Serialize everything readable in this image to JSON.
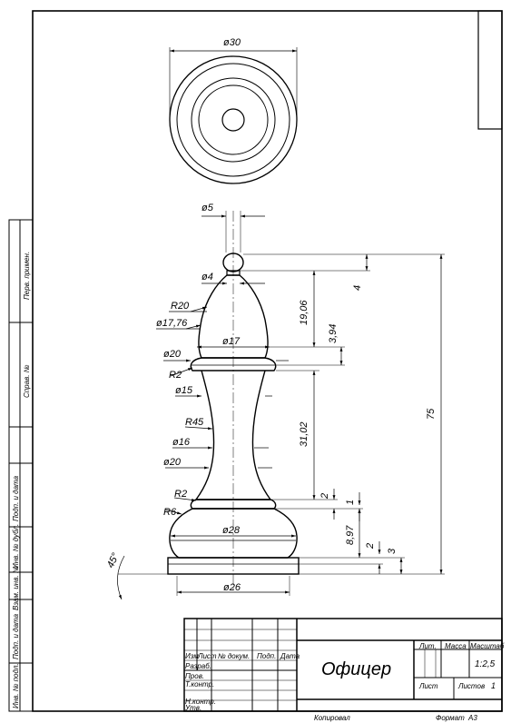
{
  "top_view": {
    "diameter_label": "ø30"
  },
  "dims": {
    "d5": "ø5",
    "d4": "ø4",
    "r20": "R20",
    "d1776": "ø17,76",
    "d17": "ø17",
    "d20_top": "ø20",
    "r2_top": "R2",
    "d15": "ø15",
    "r45": "R45",
    "d16": "ø16",
    "d20_low": "ø20",
    "r2_low": "R2",
    "r6": "R6",
    "d28": "ø28",
    "d26": "ø26",
    "angle": "45°"
  },
  "vdims": {
    "v4": "4",
    "v1906": "19,06",
    "v394": "3,94",
    "v3102": "31,02",
    "v75": "75",
    "v2a": "2",
    "v1": "1",
    "v897": "8,97",
    "v2b": "2",
    "v3": "3"
  },
  "side_stamp": {
    "perv_primen": "Перв. примен.",
    "sprav": "Справ. №",
    "podp_data_1": "Подп. и дата",
    "inv_dubl": "Инв. № дубл.",
    "vzam_inv": "Взам. инв. №",
    "podp_data_2": "Подп. и дата",
    "inv_podl": "Инв. № подл."
  },
  "title_block": {
    "izm": "Изм",
    "list": "Лист",
    "n_dokum": "№ докум.",
    "podp": "Подп.",
    "data": "Дата",
    "razrab": "Разраб.",
    "prov": "Пров.",
    "t_kontr": "Т.контр.",
    "n_kontr": "Н.контр.",
    "utv": "Утв.",
    "name": "Офицер",
    "lit": "Лит.",
    "massa": "Масса",
    "masshtab": "Масштаб",
    "scale_value": "1:2,5",
    "list2": "Лист",
    "listov": "Листов",
    "listov_value": "1"
  },
  "footer": {
    "kopiroval": "Копировал",
    "format": "Формат",
    "format_value": "А3"
  }
}
